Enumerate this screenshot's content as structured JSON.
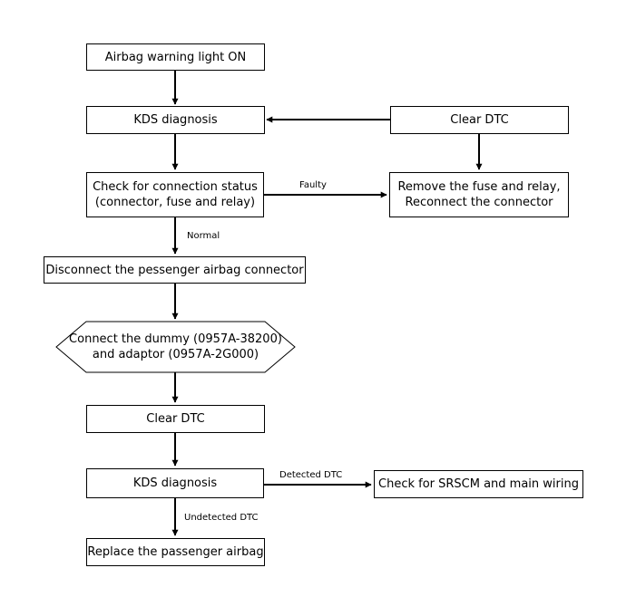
{
  "nodes": {
    "start": "Airbag warning light ON",
    "kds1": "KDS diagnosis",
    "clear_dtc_right": "Clear DTC",
    "check_connection": "Check for connection status\n(connector, fuse and relay)",
    "remove_fuse": "Remove the fuse and relay,\nReconnect the connector",
    "disconnect": "Disconnect the pessenger airbag connector",
    "connect_dummy": "Connect the dummy (0957A-38200)\nand adaptor (0957A-2G000)",
    "clear_dtc": "Clear DTC",
    "kds2": "KDS diagnosis",
    "check_srscm": "Check for SRSCM and main wiring",
    "replace": "Replace the passenger airbag"
  },
  "edges": {
    "faulty": "Faulty",
    "normal": "Normal",
    "detected": "Detected DTC",
    "undetected": "Undetected DTC"
  },
  "colors": {
    "line": "#000000",
    "background": "#ffffff"
  }
}
